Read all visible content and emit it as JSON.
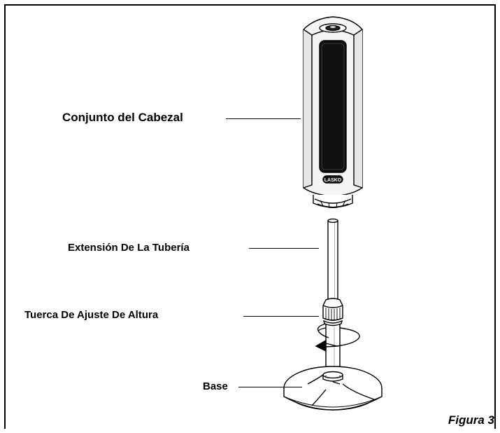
{
  "labels": {
    "head_assembly": "Conjunto del Cabezal",
    "pipe_extension": "Extensión De La Tubería",
    "height_nut": "Tuerca De Ajuste De Altura",
    "base": "Base"
  },
  "brand_logo": "LASKO",
  "figure_caption": "Figura 3",
  "colors": {
    "line": "#000000",
    "background": "#ffffff",
    "grille": "#111111"
  },
  "icons": {
    "rotation": "curved-arrow-icon"
  }
}
